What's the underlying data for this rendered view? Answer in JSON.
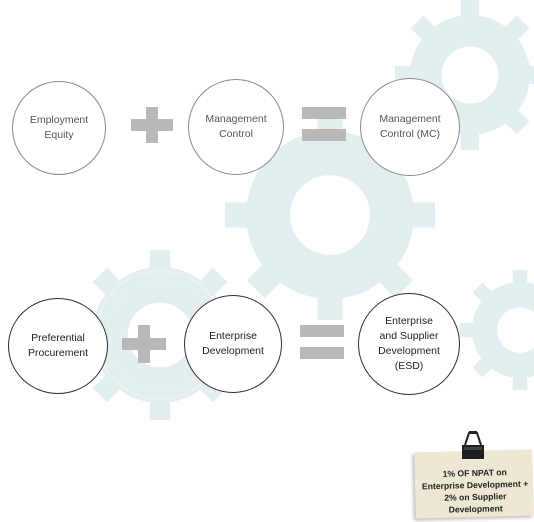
{
  "row1": {
    "circle1": "Employment\nEquity",
    "circle2": "Management\nControl",
    "circle3": "Management\nControl  (MC)"
  },
  "row2": {
    "circle1": "Preferential\nProcurement",
    "circle2": "Enterprise\nDevelopment",
    "circle3": "Enterprise\nand Supplier\nDevelopment\n(ESD)"
  },
  "note": {
    "text": "1% OF NPAT on Enterprise Development + 2% on Supplier Development"
  },
  "colors": {
    "operator": "#b8b8b8",
    "gear_background": "#e3eef0",
    "note_paper": "#ece8d3"
  },
  "icons": [
    "plus-icon",
    "equals-icon",
    "binder-clip-icon",
    "gear-background"
  ]
}
